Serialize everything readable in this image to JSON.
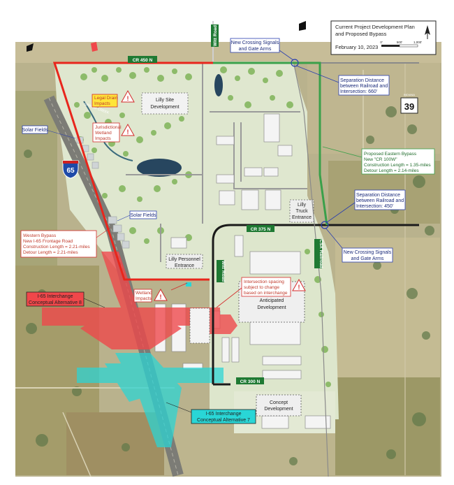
{
  "title_block": {
    "line1": "Current Project Development Plan",
    "line2": "and Proposed Bypass",
    "date": "February 10, 2023",
    "scale_labels": [
      "0'",
      "500'",
      "1,000'"
    ]
  },
  "roads": {
    "cr450n": "CR 450 N",
    "cr375n": "CR 375 N",
    "cr300n": "CR 300 N",
    "witt_top": "Witt Road",
    "witt_mid": "Witt Road",
    "csx": "CSX Railroad",
    "i65": "65",
    "in39": "39",
    "indiana": "INDIANA"
  },
  "callouts": {
    "new_crossing_top": [
      "New Crossing Signals",
      "and Gate Arms"
    ],
    "sep_660": [
      "Separation Distance",
      "between Railroad and",
      "Intersection: 660'"
    ],
    "proposed_eastern": [
      "Proposed Eastern Bypass",
      "New \"CR 100W\"",
      "Construction Length = 1.35-miles",
      "Detour Length = 2.14-miles"
    ],
    "sep_450": [
      "Separation Distance",
      "between Railroad and",
      "Intersection: 450'"
    ],
    "new_crossing_bottom": [
      "New Crossing Signals",
      "and Gate Arms"
    ],
    "legal_drain": [
      "Legal Drain",
      "Impacts"
    ],
    "jurisdictional": [
      "Jurisdictional",
      "Wetland",
      "Impacts"
    ],
    "solar_fields_left": "Solar Fields",
    "solar_fields_mid": "Solar Fields",
    "western_bypass": [
      "Western Bypass",
      "New I-65 Frontage Road",
      "Construction Length = 2.21-miles",
      "Detour Length = 2.21-miles"
    ],
    "i65_alt8": [
      "I-65 Interchange",
      "Conceptual Alternative 8"
    ],
    "wetland_impacts": [
      "Wetland",
      "Impacts"
    ],
    "intersection_spacing": [
      "Intersection spacing",
      "subject to change",
      "based on interchange"
    ],
    "i65_alt7": [
      "I-65 Interchange",
      "Conceptual Alternative 7"
    ]
  },
  "sites": {
    "lilly_site": [
      "Lilly Site",
      "Development"
    ],
    "lilly_truck": [
      "Lilly",
      "Truck",
      "Entrance"
    ],
    "lilly_personnel": [
      "Lilly Personnel",
      "Entrance"
    ],
    "anticipated": [
      "Anticipated",
      "Development"
    ],
    "concept": [
      "Concept",
      "Development"
    ],
    "spring_creek": "SPRING CREEK"
  },
  "colors": {
    "site_boundary": "#e8261c",
    "eastern_bypass": "#3aa04a",
    "road_blue_outline": "#2a3fb0",
    "alt8_fill": "#f0474a",
    "alt7_fill": "#29d6d6",
    "warning": "#d42a2a",
    "legal_drain_fill": "#ffe53a"
  }
}
